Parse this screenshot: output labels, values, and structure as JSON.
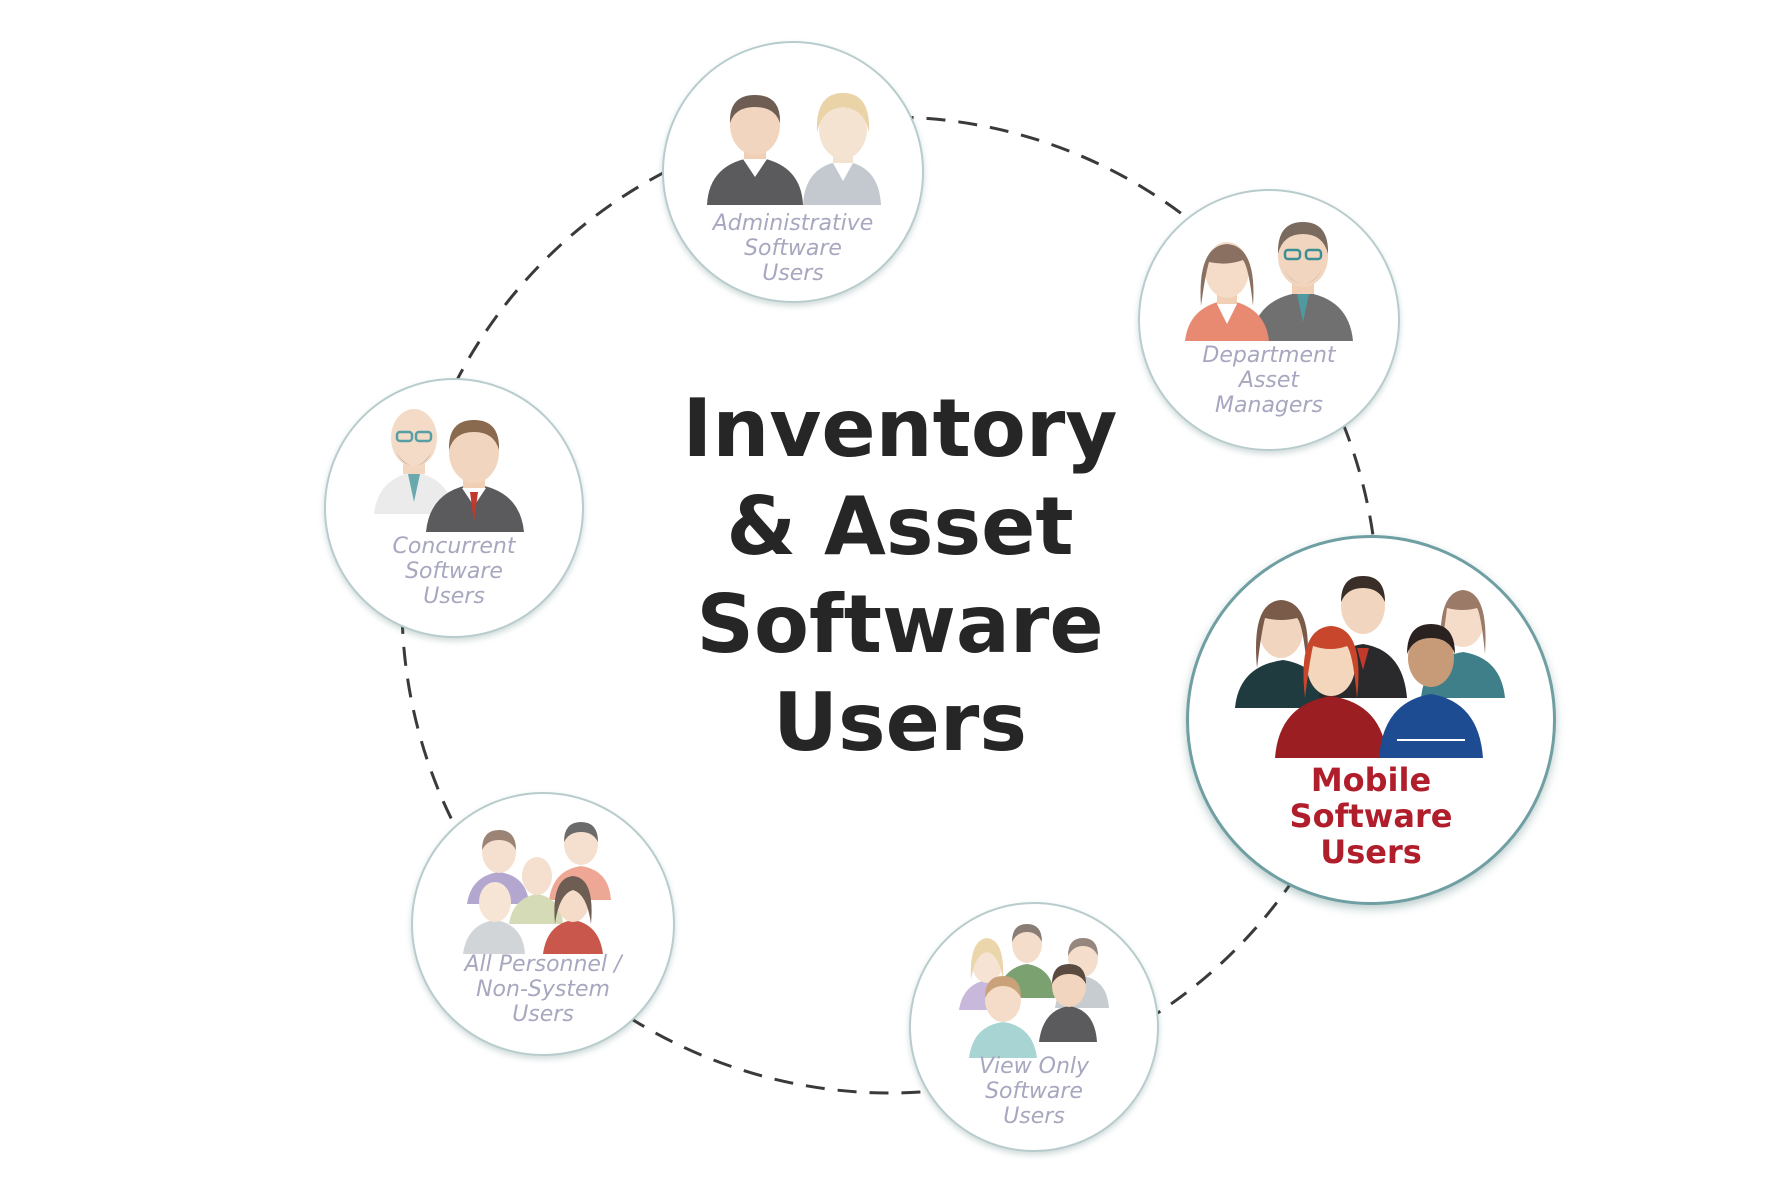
{
  "title_lines": [
    "Inventory",
    "& Asset",
    "Software",
    "Users"
  ],
  "colors": {
    "title": "#262626",
    "muted_label": "#a7a7bf",
    "highlight_label": "#b11e2b",
    "circle_border": "#b9cccd",
    "dash_ring": "#3a3a3a"
  },
  "nodes": [
    {
      "id": "administrative",
      "icon": "two-people-icon",
      "lines": [
        "Administrative",
        "Software",
        "Users"
      ],
      "highlighted": false
    },
    {
      "id": "department",
      "icon": "two-people-icon",
      "lines": [
        "Department",
        "Asset",
        "Managers"
      ],
      "highlighted": false
    },
    {
      "id": "mobile",
      "icon": "group-icon",
      "lines": [
        "Mobile",
        "Software",
        "Users"
      ],
      "highlighted": true
    },
    {
      "id": "view-only",
      "icon": "group-icon",
      "lines": [
        "View Only",
        "Software",
        "Users"
      ],
      "highlighted": false
    },
    {
      "id": "all-personnel",
      "icon": "group-icon",
      "lines": [
        "All Personnel /",
        "Non-System",
        "Users"
      ],
      "highlighted": false
    },
    {
      "id": "concurrent",
      "icon": "two-people-icon",
      "lines": [
        "Concurrent",
        "Software",
        "Users"
      ],
      "highlighted": false
    }
  ]
}
